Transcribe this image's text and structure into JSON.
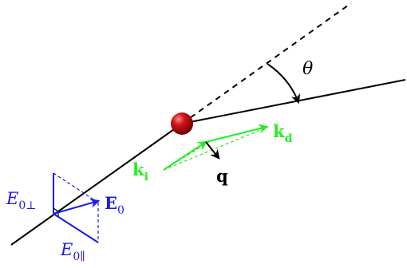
{
  "labels": {
    "theta": "θ",
    "k_i_base": "k",
    "k_i_sub": "i",
    "k_d_base": "k",
    "k_d_sub": "d",
    "q": "q",
    "E0_base": "E",
    "E0_sub": "0",
    "E0perp_base": "E",
    "E0perp_sub": "0⊥",
    "E0par_base": "E",
    "E0par_sub": "0∥"
  },
  "colors": {
    "beam": "#000000",
    "scatterer": "#c0141a",
    "wavevector": "#22ee22",
    "field": "#1a1aee",
    "momentum_transfer": "#000000"
  }
}
